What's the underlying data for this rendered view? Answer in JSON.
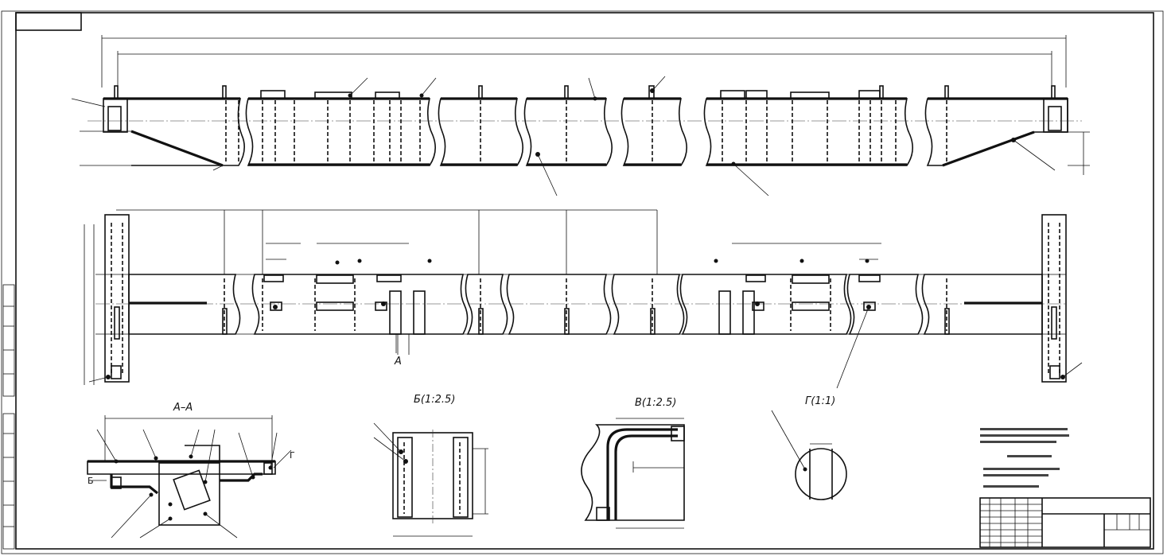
{
  "sheet": {
    "section_aa_label": "А–А",
    "letter_a": "А",
    "detail_b_label": "Б(1:2.5)",
    "detail_v_label": "В(1:2.5)",
    "detail_g_label": "Г(1:1)",
    "callout_g": "Г",
    "callout_b": "Б"
  }
}
